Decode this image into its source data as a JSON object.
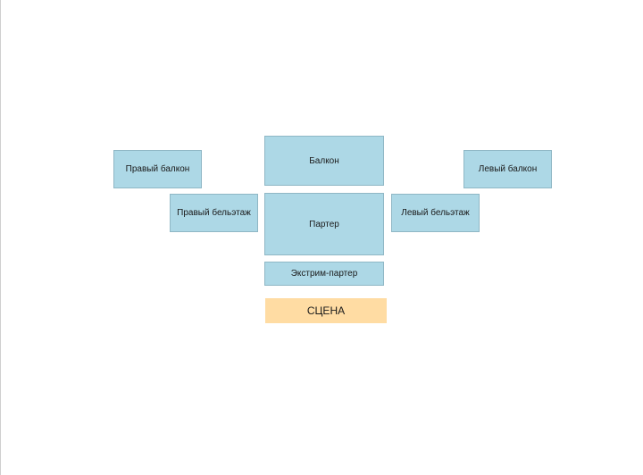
{
  "hall": {
    "sections": {
      "balcony": "Балкон",
      "right_balcony": "Правый балкон",
      "left_balcony": "Левый балкон",
      "right_mezzanine": "Правый бельэтаж",
      "parterre": "Партер",
      "left_mezzanine": "Левый бельэтаж",
      "extreme_parterre": "Экстрим-партер"
    },
    "stage": "СЦЕНА"
  },
  "colors": {
    "section_fill": "#add8e6",
    "stage_fill": "#ffdca3"
  }
}
